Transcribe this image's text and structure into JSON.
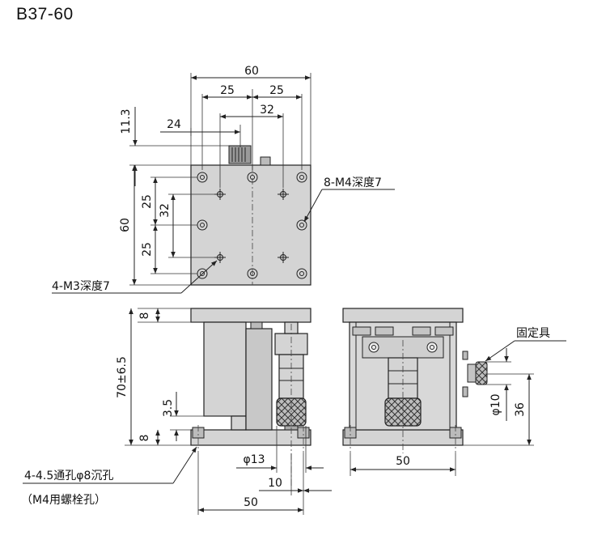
{
  "title": "B37-60",
  "top_view": {
    "width": "60",
    "half_left": "25",
    "half_right": "25",
    "inner_pitch": "32",
    "knob_offset": "24",
    "knob_protrusion": "11.3",
    "height": "60",
    "v_upper": "25",
    "v_inner": "32",
    "v_lower": "25",
    "hole_note_right": "8-M4深度7",
    "hole_note_left": "4-M3深度7"
  },
  "side_view": {
    "top_thickness": "8",
    "total_height": "70±6.5",
    "gap": "3.5",
    "base_thickness": "8",
    "knob_dia": "φ13",
    "offset": "10",
    "mount_pitch": "50",
    "mount_note": "4-4.5通孔φ8沉孔",
    "mount_note_sub": "（M4用螺栓孔）"
  },
  "front_view": {
    "mount_pitch": "50",
    "clamp_label": "固定具",
    "clamp_dia": "φ10",
    "clamp_height": "36"
  },
  "colors": {
    "part_fill": "#d4d4d4",
    "part_dark": "#8a8a8a",
    "line": "#222222"
  }
}
